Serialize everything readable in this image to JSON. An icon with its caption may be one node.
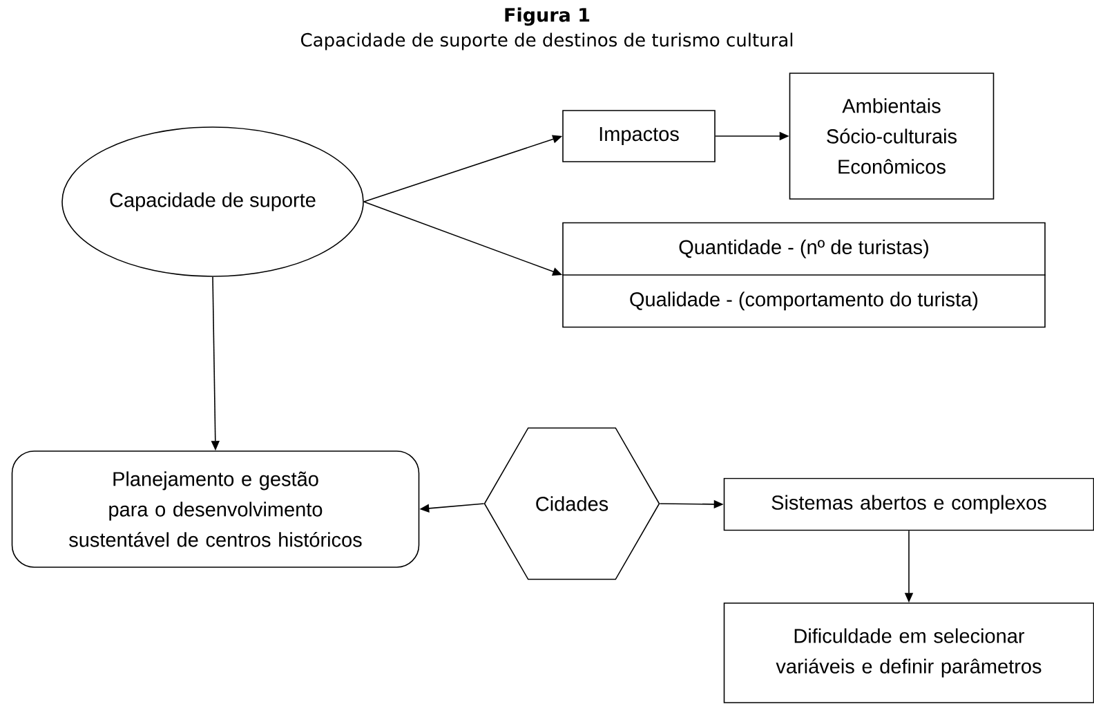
{
  "diagram": {
    "title": "Figura 1",
    "caption": "Capacidade de suporte de destinos de turismo cultural",
    "nodes": [
      {
        "text": [
          "Capacidade de suporte"
        ]
      },
      {
        "text": [
          "Impactos"
        ]
      },
      {
        "text": [
          "Ambientais",
          "Sócio-culturais",
          "Econômicos"
        ]
      },
      {
        "text": [
          "Quantidade - (nº de turistas)",
          "Qualidade - (comportamento do turista)"
        ]
      },
      {
        "text": [
          "Planejamento e gestão para o desenvolvimento sustentável de centros históricos"
        ]
      },
      {
        "text": [
          "Cidades"
        ]
      },
      {
        "text": [
          "Sistemas abertos e complexos"
        ]
      },
      {
        "text": [
          "Dificuldade em selecionar variáveis e definir parâmetros"
        ]
      }
    ],
    "edges": [
      {
        "from": 0,
        "to": 1,
        "arrow": "to"
      },
      {
        "from": 1,
        "to": 2,
        "arrow": "to"
      },
      {
        "from": 0,
        "to": 3,
        "arrow": "to"
      },
      {
        "from": 0,
        "to": 4,
        "arrow": "to"
      },
      {
        "from": 5,
        "to": 4,
        "arrow": "to"
      },
      {
        "from": 5,
        "to": 6,
        "arrow": "to"
      },
      {
        "from": 6,
        "to": 7,
        "arrow": "to"
      }
    ]
  }
}
